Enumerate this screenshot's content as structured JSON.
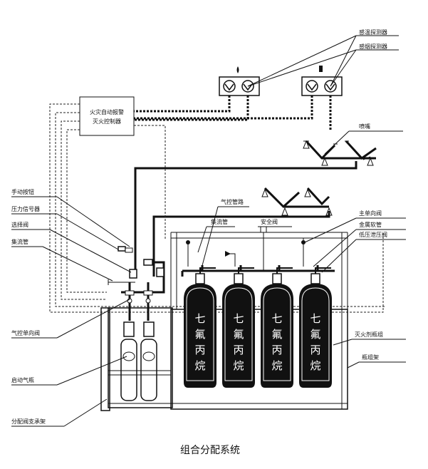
{
  "caption": "组合分配系统",
  "controller": {
    "line1": "火灾自动报警",
    "line2": "灭火控制器"
  },
  "labels": {
    "smoke_detector": "感温探测器",
    "heat_detector": "感烟探测器",
    "nozzle": "喷嘴",
    "manual_box": "手动按钮",
    "pressure_switch": "压力信号器",
    "selector_valve": "选择阀",
    "collector_pipe": "集流管",
    "pilot_check_valve": "气控单向阀",
    "startup_cylinder": "启动气瓶",
    "frame": "分配阀支承架",
    "pilot_pipe": "气控管路",
    "manifold": "集流管",
    "safety_valve": "安全阀",
    "main_check_valve": "主单向阀",
    "metal_hose": "金属软管",
    "low_pressure_valve": "低压泄压阀",
    "agent_cylinder": "灭火剂瓶组",
    "rack": "瓶组架"
  },
  "agent_chars": [
    "七",
    "氟",
    "丙",
    "烷"
  ],
  "cylinders": [
    {
      "id": "c1"
    },
    {
      "id": "c2"
    },
    {
      "id": "c3"
    },
    {
      "id": "c4"
    }
  ]
}
